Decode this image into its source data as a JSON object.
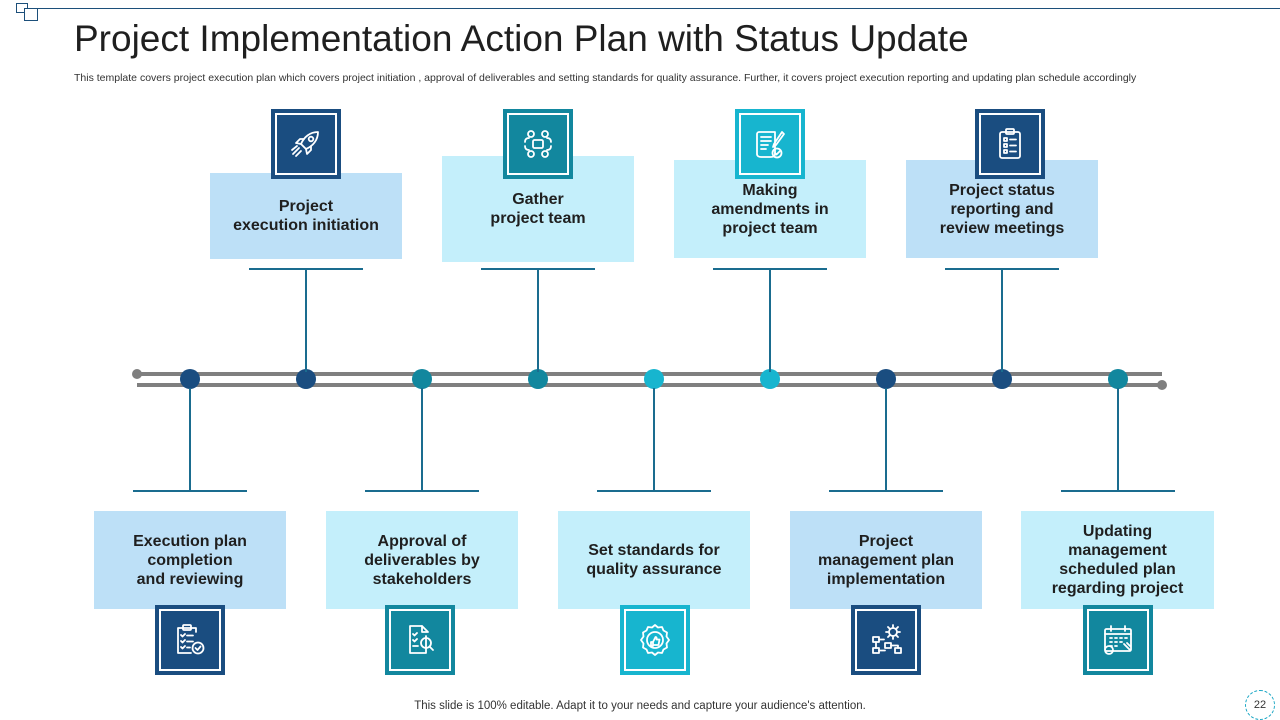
{
  "header": {
    "title": "Project Implementation Action Plan with Status Update",
    "subtitle": "This template covers project execution plan which covers project initiation , approval of deliverables and setting standards for quality assurance. Further, it covers project execution reporting and updating plan schedule accordingly"
  },
  "colors": {
    "dark_navy": "#1a4d80",
    "teal": "#12879e",
    "cyan": "#17b5cf",
    "card_light_blue": "#bde0f7",
    "card_light_cyan": "#c4effb",
    "rail_gray": "#7f7f7f"
  },
  "top_steps": [
    {
      "label": "Project\nexecution initiation",
      "icon": "rocket-icon"
    },
    {
      "label": "Gather\nproject team",
      "icon": "team-meeting-icon"
    },
    {
      "label": "Making\namendments in\nproject team",
      "icon": "document-edit-icon"
    },
    {
      "label": "Project status\nreporting and\nreview meetings",
      "icon": "clipboard-checklist-icon"
    }
  ],
  "bottom_steps": [
    {
      "label": "Execution plan\ncompletion\nand reviewing",
      "icon": "checklist-approved-icon"
    },
    {
      "label": "Approval of\ndeliverables by\nstakeholders",
      "icon": "document-search-icon"
    },
    {
      "label": "Set standards for\nquality assurance",
      "icon": "quality-badge-icon"
    },
    {
      "label": "Project\nmanagement plan\nimplementation",
      "icon": "workflow-gear-icon"
    },
    {
      "label": "Updating\nmanagement\nscheduled plan\nregarding project",
      "icon": "calendar-settings-icon"
    }
  ],
  "footer": {
    "note": "This slide is 100% editable. Adapt it to your needs and capture your audience's attention.",
    "page_number": "22"
  }
}
